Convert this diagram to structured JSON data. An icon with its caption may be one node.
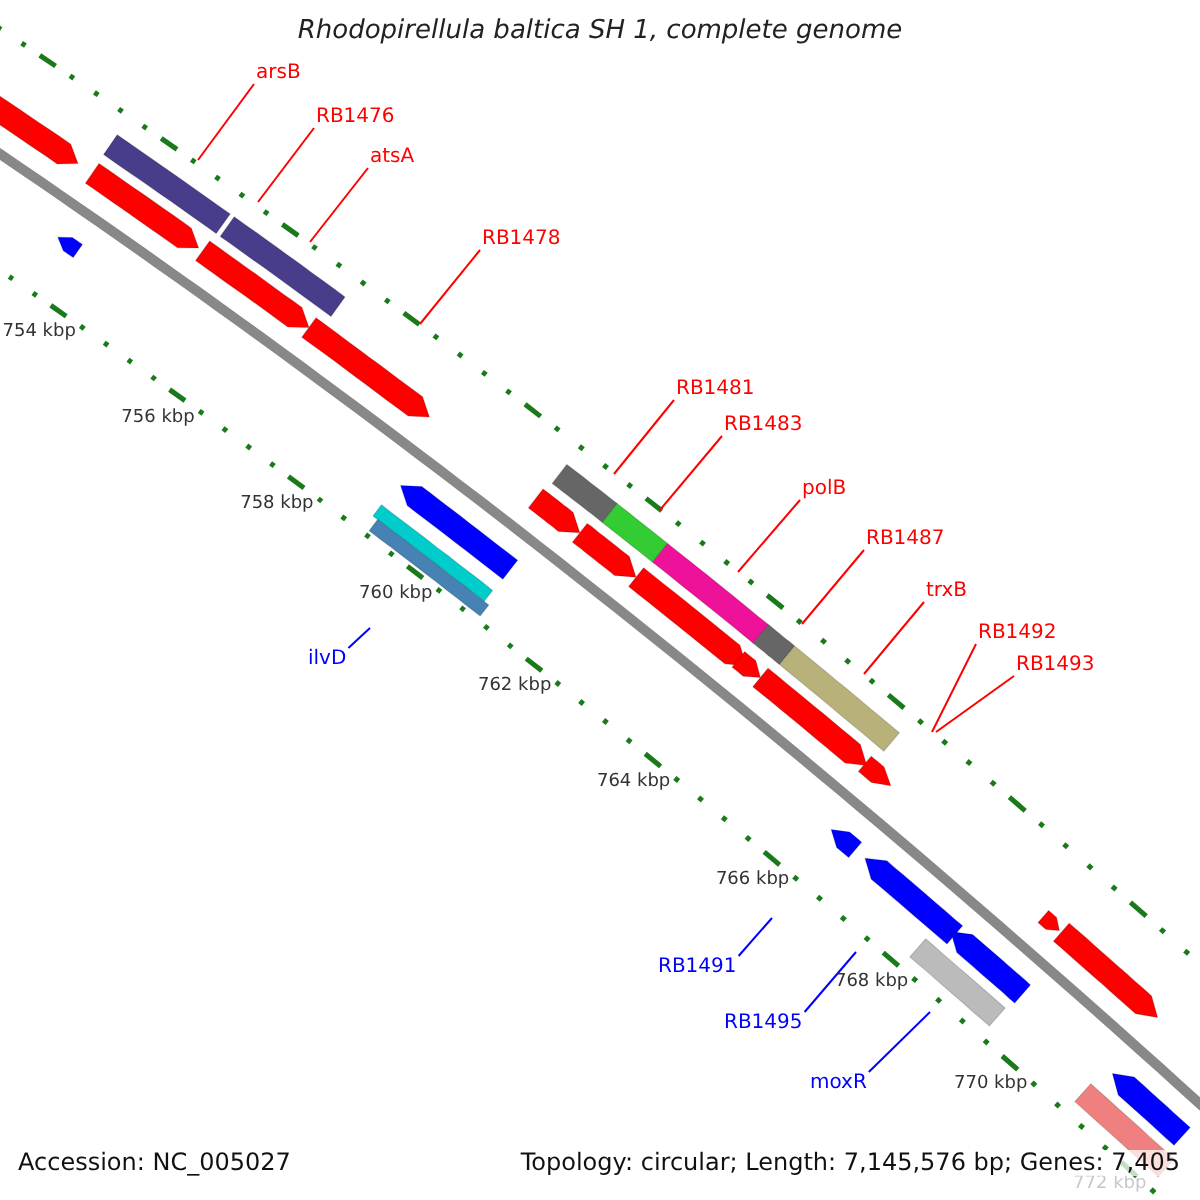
{
  "diagram": {
    "title": "Rhodopirellula baltica SH 1, complete genome",
    "nodes": [
      {
        "text": [
          "arsB"
        ]
      },
      {
        "text": [
          "RB1476"
        ]
      },
      {
        "text": [
          "atsA"
        ]
      },
      {
        "text": [
          "RB1478"
        ]
      },
      {
        "text": [
          "RB1481"
        ]
      },
      {
        "text": [
          "RB1483"
        ]
      },
      {
        "text": [
          "polB"
        ]
      },
      {
        "text": [
          "RB1487"
        ]
      },
      {
        "text": [
          "trxB"
        ]
      },
      {
        "text": [
          "RB1492"
        ]
      },
      {
        "text": [
          "ilvD"
        ]
      },
      {
        "text": [
          "RB1493"
        ]
      },
      {
        "text": [
          "RB1491"
        ]
      },
      {
        "text": [
          "RB1495"
        ]
      },
      {
        "text": [
          "moxR"
        ]
      }
    ],
    "edges": [
      {
        "from": 0,
        "to": null,
        "arrow": "none"
      },
      {
        "from": 1,
        "to": null,
        "arrow": "none"
      },
      {
        "from": 2,
        "to": null,
        "arrow": "none"
      },
      {
        "from": 3,
        "to": null,
        "arrow": "none"
      },
      {
        "from": 4,
        "to": null,
        "arrow": "none"
      },
      {
        "from": 5,
        "to": null,
        "arrow": "none"
      },
      {
        "from": 6,
        "to": null,
        "arrow": "none"
      },
      {
        "from": 7,
        "to": null,
        "arrow": "none"
      },
      {
        "from": 8,
        "to": null,
        "arrow": "none"
      },
      {
        "from": 9,
        "to": null,
        "arrow": "none"
      },
      {
        "from": 10,
        "to": null,
        "arrow": "none",
        "color": "#0000ff"
      },
      {
        "from": 11,
        "to": null,
        "arrow": "none"
      },
      {
        "from": 12,
        "to": null,
        "arrow": "none",
        "color": "#0000ff"
      },
      {
        "from": 13,
        "to": null,
        "arrow": "none",
        "color": "#0000ff"
      },
      {
        "from": 14,
        "to": null,
        "arrow": "none",
        "color": "#0000ff"
      }
    ],
    "labels": [
      "754 kbp",
      "756 kbp",
      "758 kbp",
      "760 kbp",
      "762 kbp",
      "764 kbp",
      "766 kbp",
      "768 kbp",
      "770 kbp",
      "772 kbp",
      "Accession: NC_005027",
      "Topology: circular; Length: 7,145,576 bp; Genes: 7,405"
    ]
  }
}
